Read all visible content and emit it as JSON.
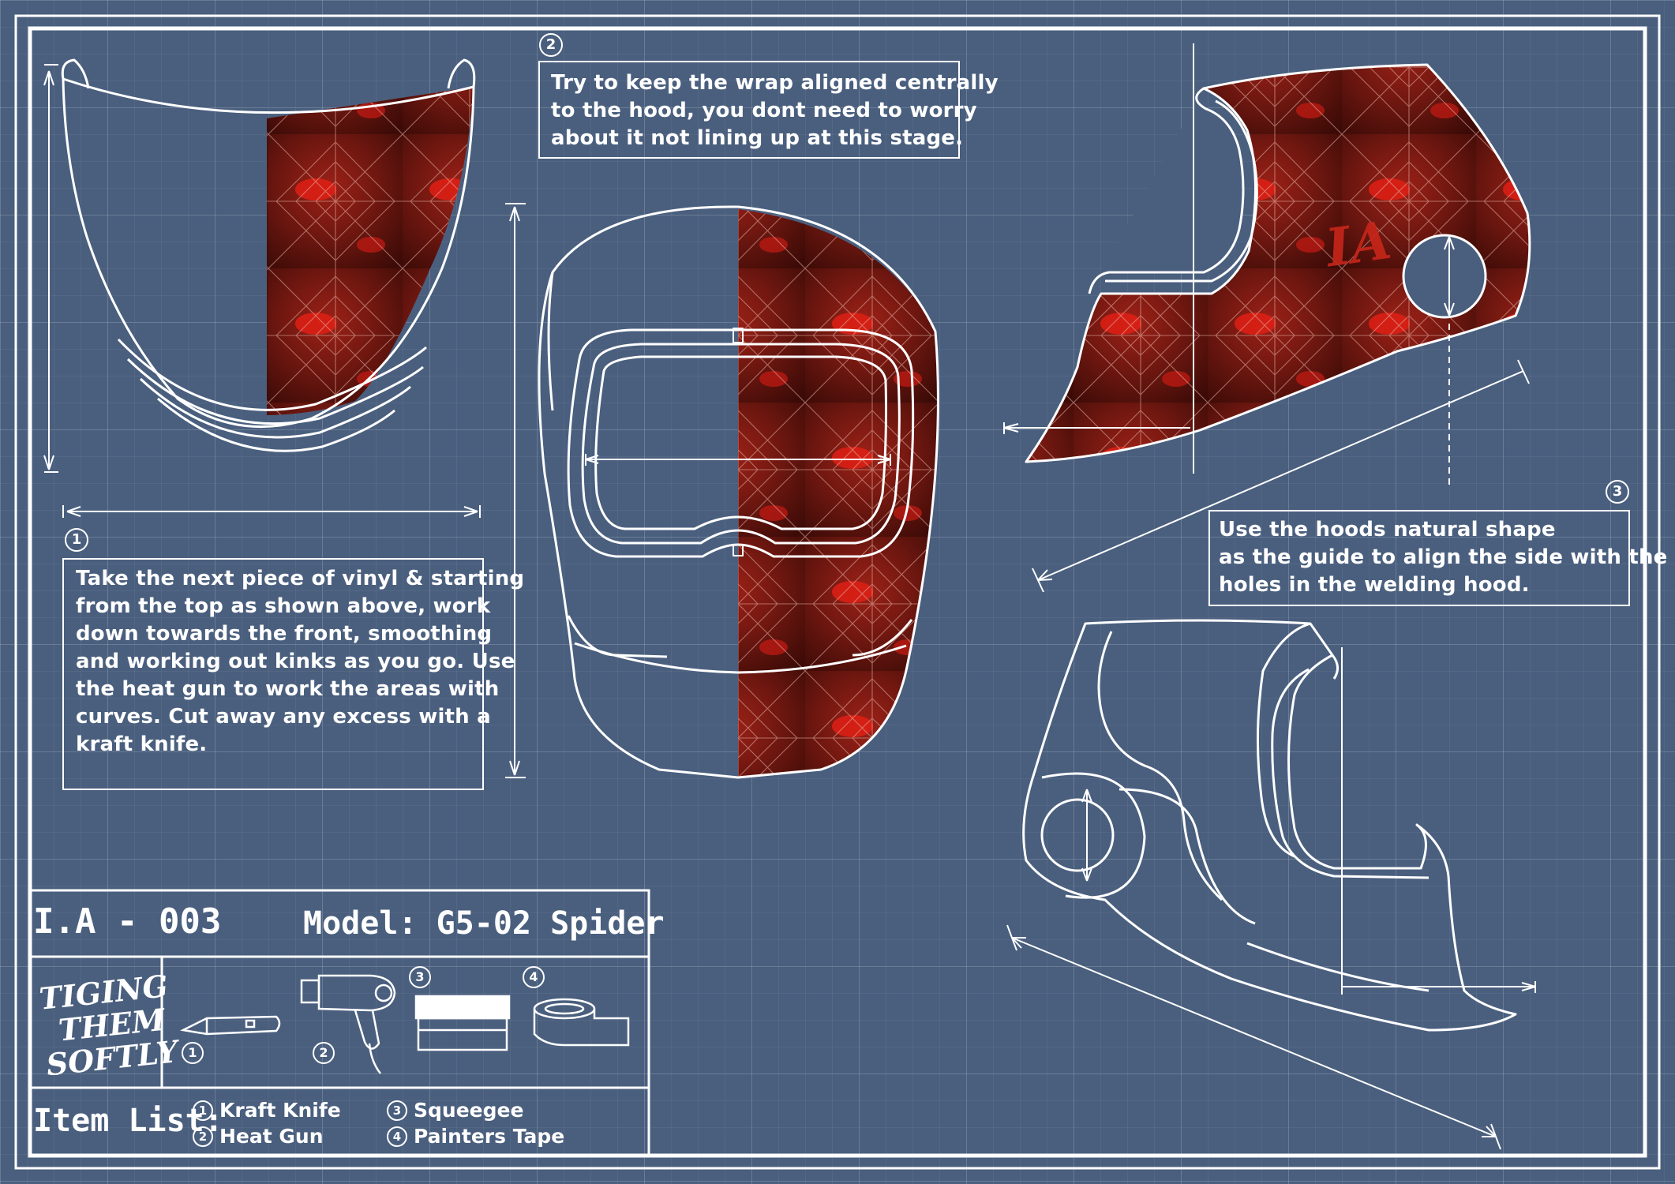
{
  "notes": {
    "step1": {
      "number": "1",
      "lines": [
        "Take the next piece of vinyl & starting",
        "from the top as shown above, work",
        "down towards the front, smoothing",
        "and working out kinks as you go. Use",
        "the heat gun to work the areas with",
        "curves. Cut away any excess with a",
        "kraft knife."
      ]
    },
    "step2": {
      "number": "2",
      "lines": [
        "Try to keep the wrap aligned centrally",
        "to the hood, you dont need to worry",
        "about it not lining up at this stage."
      ]
    },
    "step3": {
      "number": "3",
      "lines": [
        "Use the hoods natural shape",
        "as the guide to align the side with the",
        "holes in the welding hood."
      ]
    }
  },
  "title_block": {
    "code": "I.A - 003",
    "model": "Model: G5-02 Spider",
    "logo_lines": [
      "TIGING",
      "THEM",
      "SOFTLY"
    ],
    "tool_numbers": [
      "1",
      "2",
      "3",
      "4"
    ],
    "item_list_label": "Item List:",
    "items": [
      {
        "num": "1",
        "name": "Kraft Knife"
      },
      {
        "num": "2",
        "name": "Heat Gun"
      },
      {
        "num": "3",
        "name": "Squeegee"
      },
      {
        "num": "4",
        "name": "Painters Tape"
      }
    ]
  },
  "wrap_text": "IA",
  "colors": {
    "background": "#4a5f7e",
    "line": "#ffffff",
    "wrap_dark": "#4e0f0a",
    "wrap_red": "#c8261a",
    "web": "#e8b4a8"
  }
}
